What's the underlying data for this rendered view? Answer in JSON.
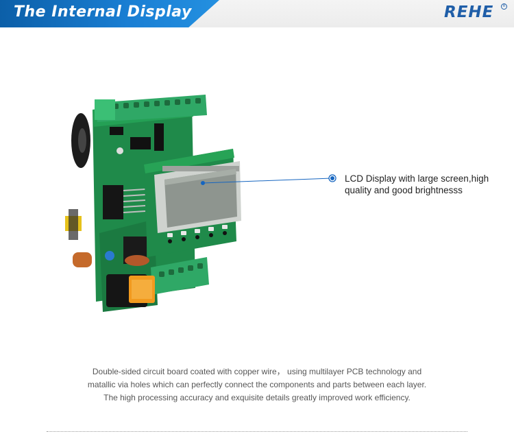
{
  "header": {
    "title": "The Internal Display",
    "brand": "REHE"
  },
  "callout": {
    "text": "LCD Display with large screen,high quality and good brightnesss"
  },
  "caption": {
    "lines": [
      "Double-sided circuit board coated with copper wire， using multilayer PCB technology and",
      "matallic via holes which can perfectly connect the components and parts between each layer.",
      "The high processing accuracy and exquisite details greatly improved work efficiency."
    ]
  },
  "colors": {
    "banner": "#1a7fd4",
    "brand": "#1f5ea8",
    "pcb_green": "#1f8a4a",
    "terminal_green": "#2fa866",
    "lcd_gray": "#8e958f",
    "callout_dot": "#1565c0"
  }
}
